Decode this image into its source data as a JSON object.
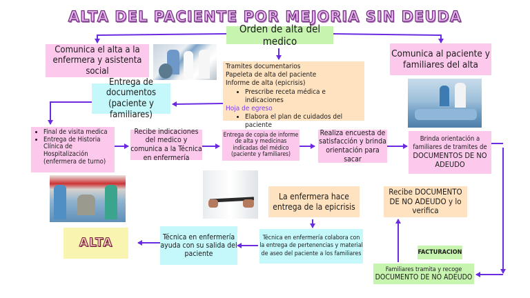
{
  "title": "ALTA DEL PACIENTE POR MEJORIA SIN DEUDA",
  "colors": {
    "arrow": "#6a2be0",
    "pink": "#fcc8ec",
    "green": "#c7f5b0",
    "peach": "#ffe2bf",
    "cyan": "#c4f8fb",
    "yellow": "#f9f5b0",
    "title_fill": "#e8b6ee",
    "title_outline": "#6d2a7a"
  },
  "nodes": {
    "orden_alta": "Orden de alta del medico",
    "comunica_enfermera": "Comunica el alta a la enfermera y asistenta social",
    "comunica_paciente": "Comunica al paciente y familiares del alta",
    "tramites": {
      "lines": [
        "Tramites documentarios",
        "Papeleta de alta del paciente",
        "Informe de alta (epicrisis)"
      ],
      "bullet_1": "Prescribe receta médica e indicaciones",
      "highlight": "Hoja de egreso",
      "bullet_2": "Elabora el plan de cuidados del paciente"
    },
    "entrega_documentos": "Entrega de documentos (paciente y familiares)",
    "final_visita": {
      "bullets": [
        "Final de visita medica",
        "Entrega de Historia Clínica de Hospitalización (enfermera de turno)"
      ]
    },
    "recibe_indicaciones": "Recibe indicaciones del medico y comunica a la Técnica en enfermería",
    "entrega_copia": "Entrega de copia de informe de alta y medicinas indicadas del médico (paciente y familiares)",
    "encuesta": "Realiza encuesta de satisfacción y brinda orientación para sacar",
    "brinda_orientacion": {
      "line1": "Brinda orientación a familiares de tramites de",
      "line2": "DOCUMENTOS DE NO ADEUDO"
    },
    "enfermera_epicrisis": "La enfermera hace entrega de la epicrisis",
    "tecnica_colabora": "Técnica en enfermería colabora con la entrega de pertenencias y material de aseo del paciente a los familiares",
    "tecnica_ayuda": "Técnica en enfermería ayuda con su salida del paciente",
    "alta_final": "ALTA",
    "recibe_documento": "Recibe DOCUMENTO DE NO ADEUDO y lo verifica",
    "facturacion": "FACTURACION",
    "familiares_tramita": {
      "line1": "Familiares tramita y recoge",
      "line2": "DOCUMENTO DE NO ADEUDO"
    }
  },
  "images": {
    "staff_wheelchair": "photo-nurses-with-patient-in-wheelchair",
    "patient_bed": "photo-patient-in-hospital-bed",
    "celebration": "photo-staff-celebrating-patient-discharge",
    "doctor_clipboard": "photo-doctor-holding-clipboard"
  }
}
